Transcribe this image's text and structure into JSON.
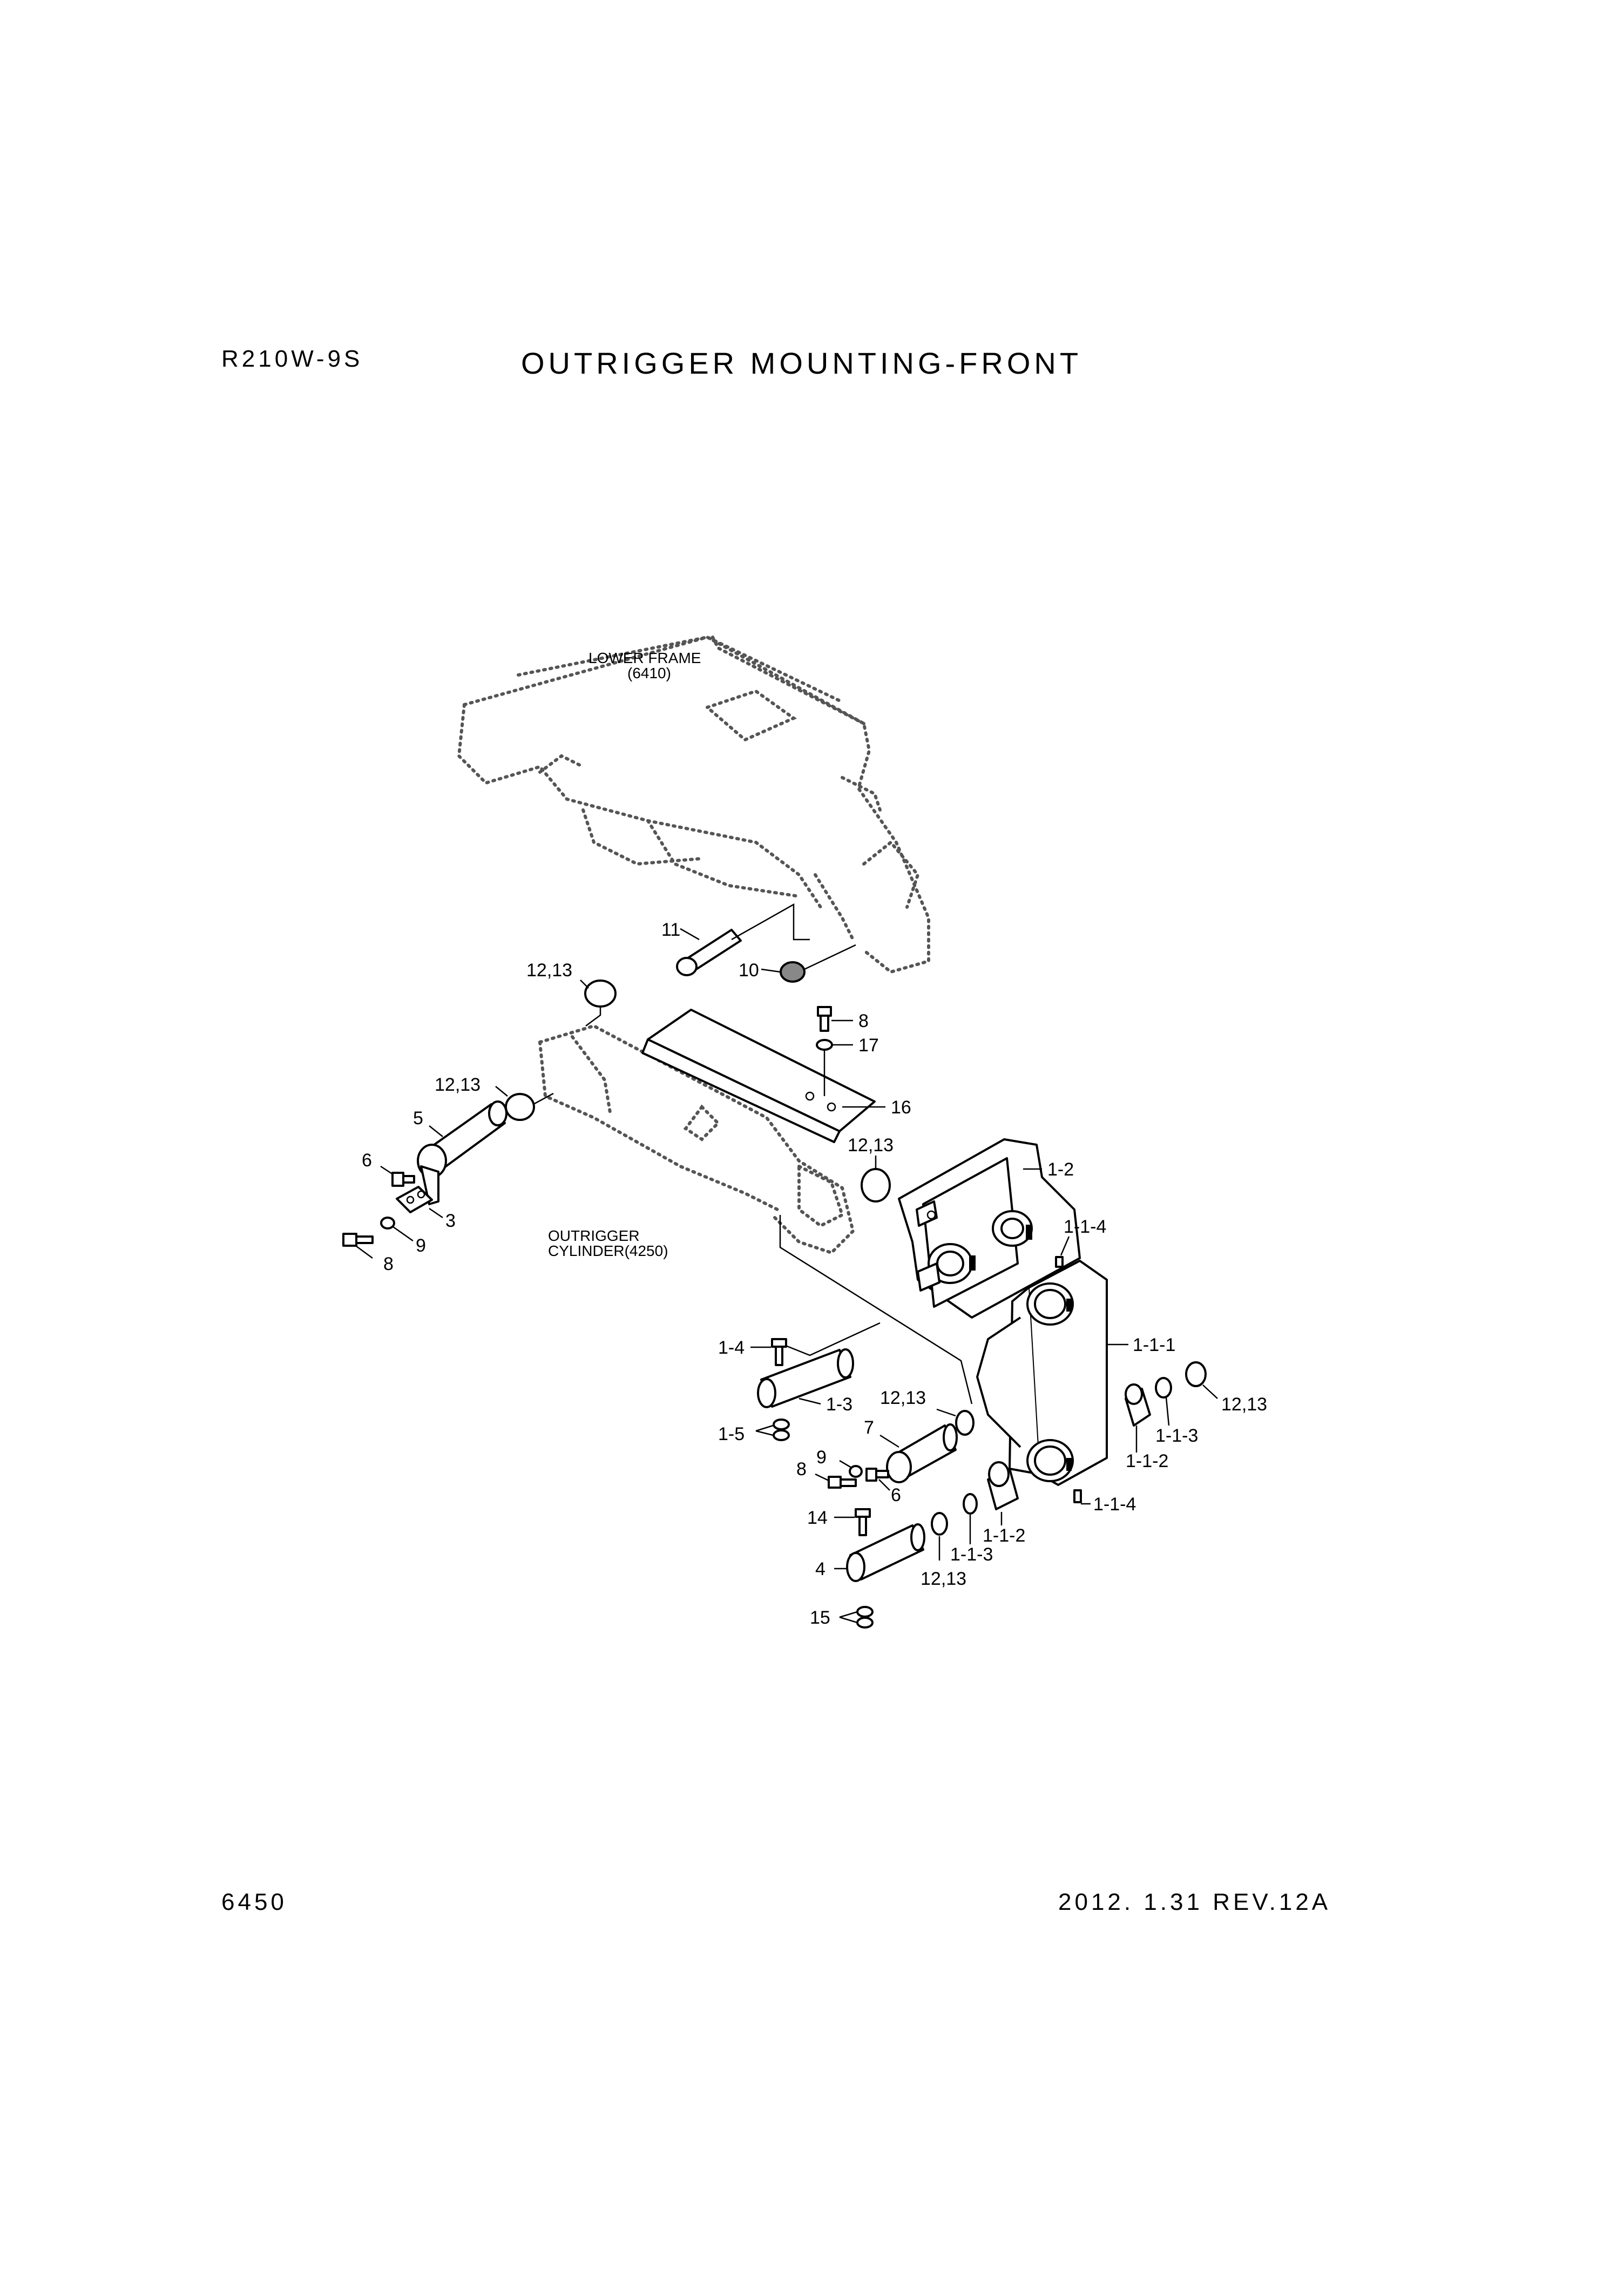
{
  "header": {
    "model": "R210W-9S",
    "title": "OUTRIGGER MOUNTING-FRONT"
  },
  "footer": {
    "page": "6450",
    "revision": "2012. 1.31  REV.12A"
  },
  "references": {
    "lower_frame": [
      "LOWER FRAME",
      "(6410)"
    ],
    "outrigger_cylinder": [
      "OUTRIGGER",
      "CYLINDER(4250)"
    ]
  },
  "callouts": {
    "c11": "11",
    "c10": "10",
    "c12_13_a": "12,13",
    "c8_a": "8",
    "c17": "17",
    "c12_13_b": "12,13",
    "c16": "16",
    "c5": "5",
    "c6_a": "6",
    "c3": "3",
    "c9_a": "9",
    "c8_b": "8",
    "c12_13_c": "12,13",
    "c1_2": "1-2",
    "c1_1_4_a": "1-1-4",
    "c1_1_1": "1-1-1",
    "c1_4": "1-4",
    "c1_3": "1-3",
    "c12_13_d": "12,13",
    "c12_13_e": "12,13",
    "c1_5": "1-5",
    "c7": "7",
    "c9_b": "9",
    "c8_c": "8",
    "c6_b": "6",
    "c1_1_3_a": "1-1-3",
    "c1_1_2_a": "1-1-2",
    "c1_1_4_b": "1-1-4",
    "c14": "14",
    "c1_1_2_b": "1-1-2",
    "c1_1_3_b": "1-1-3",
    "c4": "4",
    "c12_13_f": "12,13",
    "c15": "15"
  }
}
